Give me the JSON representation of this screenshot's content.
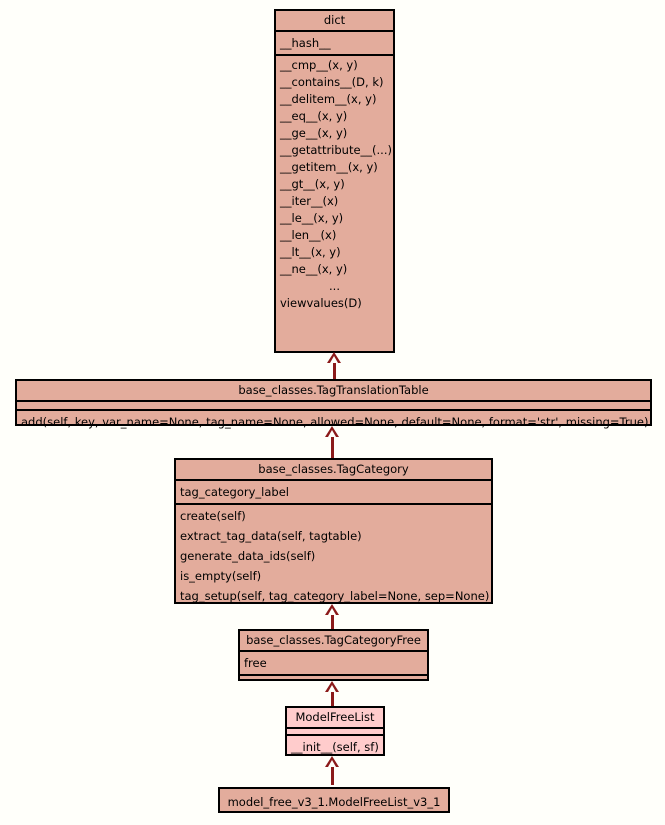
{
  "diagram": {
    "type": "uml-class-inheritance",
    "title": "",
    "background_color": "#fffffa",
    "box_fill_color": "#e3ac9c",
    "box_fill_color_highlight": "#ffcccc",
    "border_color": "#000000",
    "arrow_color": "#8b1a1a",
    "classes": [
      {
        "id": "dict",
        "name": "dict",
        "attributes": [
          "__hash__"
        ],
        "methods": [
          "__cmp__(x, y)",
          "__contains__(D, k)",
          "__delitem__(x, y)",
          "__eq__(x, y)",
          "__ge__(x, y)",
          "__getattribute__(...)",
          "__getitem__(x, y)",
          "__gt__(x, y)",
          "__iter__(x)",
          "__le__(x, y)",
          "__len__(x)",
          "__lt__(x, y)",
          "__ne__(x, y)",
          "...",
          "viewvalues(D)"
        ]
      },
      {
        "id": "tagtranslationtable",
        "name": "base_classes.TagTranslationTable",
        "attributes": [],
        "methods": [
          "add(self, key, var_name=None, tag_name=None, allowed=None, default=None, format='str', missing=True)"
        ]
      },
      {
        "id": "tagcategory",
        "name": "base_classes.TagCategory",
        "attributes": [
          "tag_category_label"
        ],
        "methods": [
          "create(self)",
          "extract_tag_data(self, tagtable)",
          "generate_data_ids(self)",
          "is_empty(self)",
          "tag_setup(self, tag_category_label=None, sep=None)"
        ]
      },
      {
        "id": "tagcategoryfree",
        "name": "base_classes.TagCategoryFree",
        "attributes": [
          "free"
        ],
        "methods": []
      },
      {
        "id": "modelfreelist",
        "name": "ModelFreeList",
        "attributes": [],
        "methods": [
          "__init__(self, sf)"
        ]
      },
      {
        "id": "modelfreelist_v3_1",
        "name": "model_free_v3_1.ModelFreeList_v3_1",
        "attributes": [],
        "methods": []
      }
    ],
    "relations": [
      {
        "from": "tagtranslationtable",
        "to": "dict",
        "kind": "inheritance"
      },
      {
        "from": "tagcategory",
        "to": "tagtranslationtable",
        "kind": "inheritance"
      },
      {
        "from": "tagcategoryfree",
        "to": "tagcategory",
        "kind": "inheritance"
      },
      {
        "from": "modelfreelist",
        "to": "tagcategoryfree",
        "kind": "inheritance"
      },
      {
        "from": "modelfreelist_v3_1",
        "to": "modelfreelist",
        "kind": "inheritance"
      }
    ]
  }
}
